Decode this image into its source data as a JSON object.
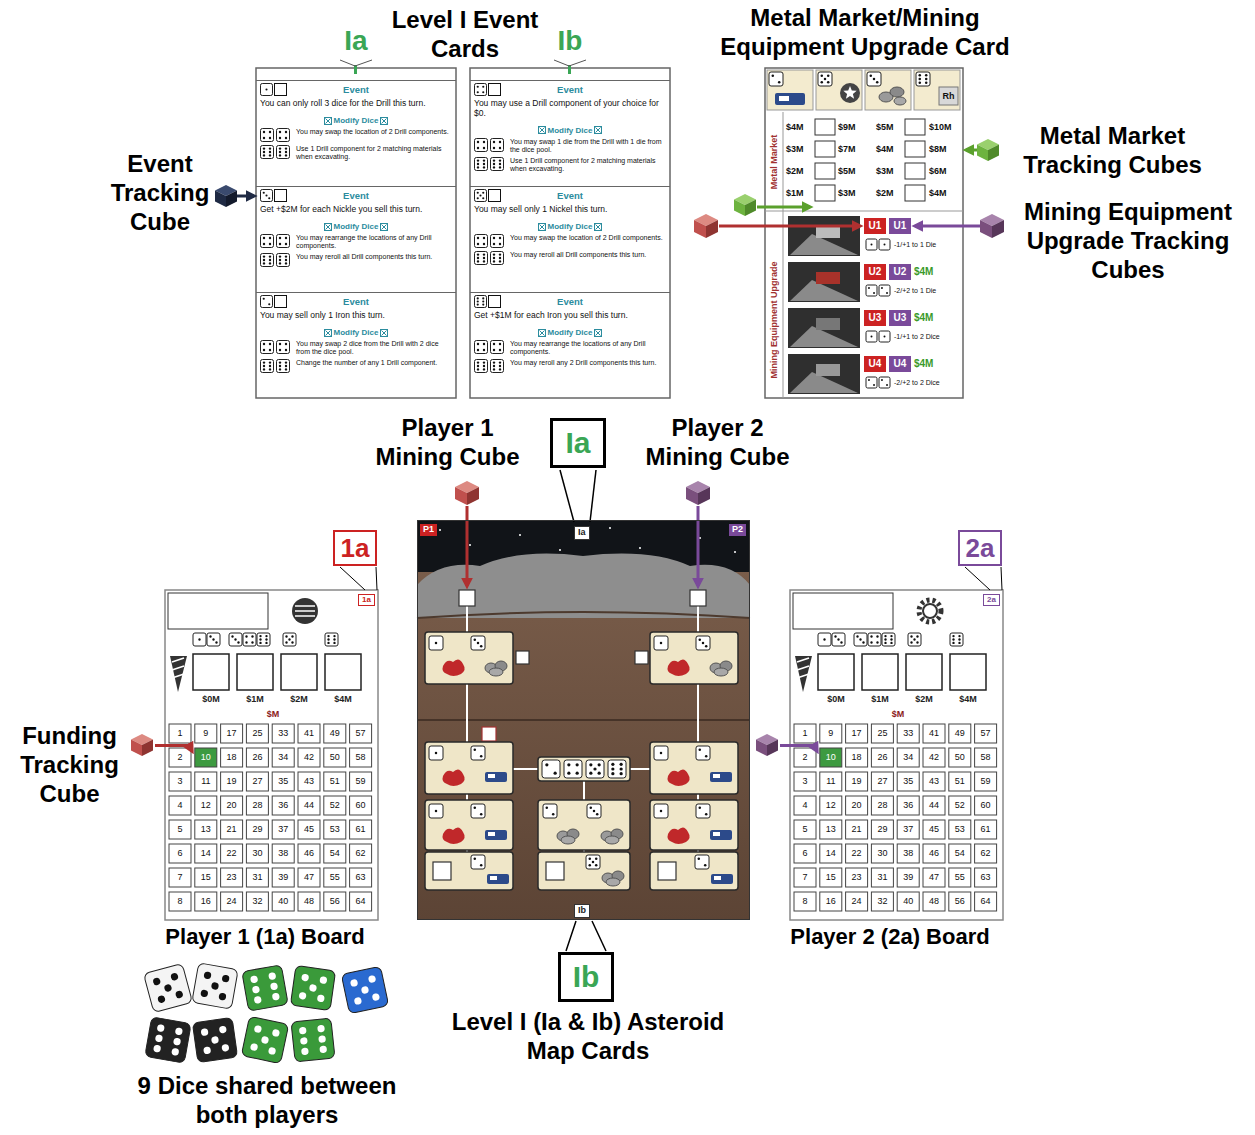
{
  "diagram": {
    "nodes": [
      {
        "text": [
          "Ia"
        ]
      },
      {
        "text": [
          "Event",
          "You can only roll 3 dice for the Drill this turn.",
          "Modify Dice",
          "You may swap the location of 2 Drill components.",
          "Use 1 Drill component for 2 matching materials when excavating."
        ],
        "in": 0
      },
      {
        "text": [
          "Event",
          "Get +$2M for each Nickle you sell this turn.",
          "Modify Dice",
          "You may rearrange the locations of any Drill components.",
          "You may reroll all Drill components this turn."
        ],
        "in": 0
      },
      {
        "text": [
          "Event",
          "You may sell only 1 Iron this turn.",
          "Modify Dice",
          "You may swap 2 dice from the Drill with 2 dice from the dice pool.",
          "Change the number of any 1 Drill component."
        ],
        "in": 0
      },
      {
        "text": [
          "Ib"
        ]
      },
      {
        "text": [
          "Event",
          "You may use a Drill component of your choice for $0.",
          "Modify Dice",
          "You may swap 1 die from the Drill with 1 die from the dice pool.",
          "Use 1 Drill component for 2 matching materials when excavating."
        ],
        "in": 4
      },
      {
        "text": [
          "Event",
          "You may sell only 1 Nickel this turn.",
          "Modify Dice",
          "You may swap the location of 2 Drill components.",
          "You may reroll all Drill components this turn."
        ],
        "in": 4
      },
      {
        "text": [
          "Event",
          "Get +$1M for each Iron you sell this turn.",
          "Modify Dice",
          "You may rearrange the locations of any Drill components.",
          "You may reroll any 2 Drill components this turn."
        ],
        "in": 4
      },
      {
        "text": [
          "Metal Market/Mining Equipment Upgrade Card"
        ]
      },
      {
        "text": [
          "P1",
          "Ia",
          "P2",
          "Ib"
        ]
      },
      {
        "text": [
          "1a"
        ]
      },
      {
        "text": [
          "2a"
        ]
      }
    ],
    "labels": [
      "Level I Event Cards",
      "Event Tracking Cube",
      "Metal Market Tracking Cubes",
      "Mining Equipment Upgrade Tracking Cubes",
      "Player 1 Mining Cube",
      "Player 2 Mining Cube",
      "Ia",
      "Funding Tracking Cube",
      "Player 1 (1a) Board",
      "Player 2 (2a) Board",
      "Ib",
      "Level I (Ia & Ib) Asteroid Map Cards",
      "9 Dice shared between both players",
      "Rh",
      "Metal Market",
      "$4M",
      "$9M",
      "$5M",
      "$10M",
      "$3M",
      "$7M",
      "$4M",
      "$8M",
      "$2M",
      "$5M",
      "$3M",
      "$6M",
      "$1M",
      "$3M",
      "$2M",
      "$4M",
      "Mining Equipment Upgrade",
      "U1",
      "U1",
      "-1/+1 to 1 Die",
      "U2",
      "U2",
      "$4M",
      "-2/+2 to 1 Die",
      "U3",
      "U3",
      "$4M",
      "-1/+1 to 2 Dice",
      "U4",
      "U4",
      "$4M",
      "-2/+2 to 2 Dice",
      "1a",
      "$0M",
      "$1M",
      "$2M",
      "$4M",
      "$M",
      "1",
      "2",
      "3",
      "4",
      "5",
      "6",
      "7",
      "8",
      "9",
      "10",
      "11",
      "12",
      "13",
      "14",
      "15",
      "16",
      "17",
      "18",
      "19",
      "20",
      "21",
      "22",
      "23",
      "24",
      "25",
      "26",
      "27",
      "28",
      "29",
      "30",
      "31",
      "32",
      "33",
      "34",
      "35",
      "36",
      "37",
      "38",
      "39",
      "40",
      "41",
      "42",
      "43",
      "44",
      "45",
      "46",
      "47",
      "48",
      "49",
      "50",
      "51",
      "52",
      "53",
      "54",
      "55",
      "56",
      "57",
      "58",
      "59",
      "60",
      "61",
      "62",
      "63",
      "64",
      "2a",
      "$0M",
      "$1M",
      "$2M",
      "$4M",
      "$M",
      "1",
      "2",
      "3",
      "4",
      "5",
      "6",
      "7",
      "8",
      "9",
      "10",
      "11",
      "12",
      "13",
      "14",
      "15",
      "16",
      "17",
      "18",
      "19",
      "20",
      "21",
      "22",
      "23",
      "24",
      "25",
      "26",
      "27",
      "28",
      "29",
      "30",
      "31",
      "32",
      "33",
      "34",
      "35",
      "36",
      "37",
      "38",
      "39",
      "40",
      "41",
      "42",
      "43",
      "44",
      "45",
      "46",
      "47",
      "48",
      "49",
      "50",
      "51",
      "52",
      "53",
      "54",
      "55",
      "56",
      "57",
      "58",
      "59",
      "60",
      "61",
      "62",
      "63",
      "64"
    ]
  }
}
